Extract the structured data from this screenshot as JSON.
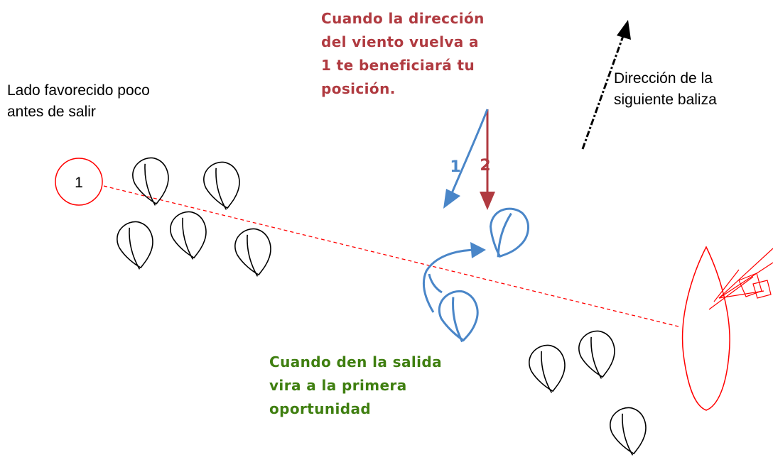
{
  "colors": {
    "red_text": "#b03a40",
    "green_text": "#3f7f10",
    "blue": "#4a86c8",
    "line": "#ff0000",
    "boat": "#000000"
  },
  "notes": {
    "red": "Cuando la dirección\ndel viento vuelva a\n1 te beneficiará tu\nposición.",
    "green": "Cuando den la salida\nvira a la primera\noportunidad",
    "favored_side": "Lado favorecido poco\n antes de salir",
    "next_mark": "Dirección de la\nsiguiente baliza"
  },
  "labels": {
    "buoy": "1",
    "wind_1": "1",
    "wind_2": "2"
  },
  "icons": [
    "buoy-icon",
    "committee-boat-icon",
    "sailboat-icon",
    "wind-arrow-icon",
    "next-mark-arrow-icon"
  ]
}
